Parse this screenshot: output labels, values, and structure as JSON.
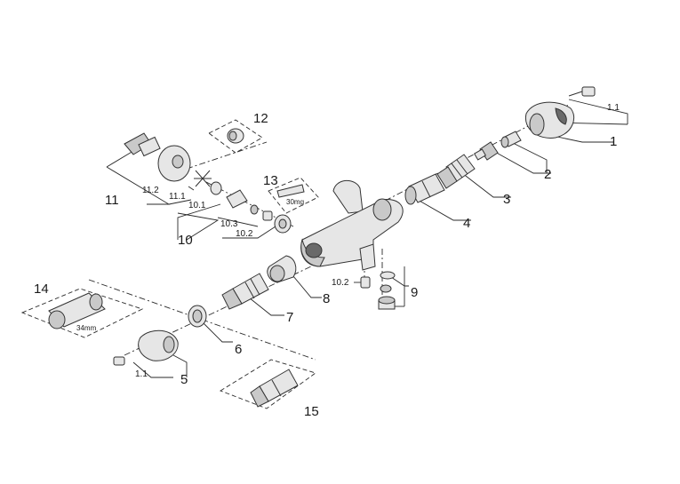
{
  "labels": {
    "n1": "1",
    "n1_1_top": "1.1",
    "n2": "2",
    "n3": "3",
    "n4": "4",
    "n5": "5",
    "n1_1_bottom": "1.1",
    "n6": "6",
    "n7": "7",
    "n8": "8",
    "n9": "9",
    "n10": "10",
    "n10_1": "10.1",
    "n10_2": "10.2",
    "n10_2b": "10.2",
    "n10_3": "10.3",
    "n11": "11",
    "n11_1": "11.1",
    "n11_2": "11.2",
    "n12": "12",
    "n13": "13",
    "n14": "14",
    "n15": "15",
    "wrench_size": "34mm",
    "grease": "30mg"
  },
  "colors": {
    "line": "#2a2a2a",
    "chrome": "#e6e6e6",
    "shadow": "#c9c9c9"
  }
}
